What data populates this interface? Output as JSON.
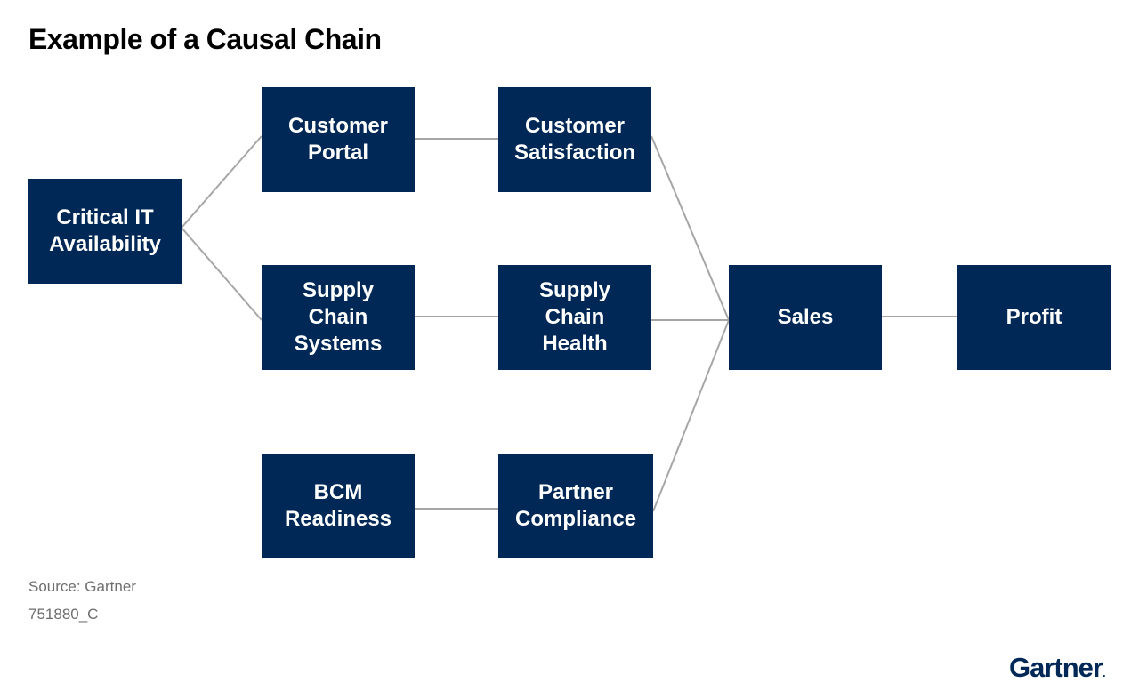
{
  "title": "Example of a Causal Chain",
  "nodes": {
    "critical_it": [
      "Critical IT",
      "Availability"
    ],
    "customer_portal": [
      "Customer",
      "Portal"
    ],
    "supply_chain_systems": [
      "Supply",
      "Chain",
      "Systems"
    ],
    "bcm_readiness": [
      "BCM",
      "Readiness"
    ],
    "customer_satisfaction": [
      "Customer",
      "Satisfaction"
    ],
    "supply_chain_health": [
      "Supply",
      "Chain",
      "Health"
    ],
    "partner_compliance": [
      "Partner",
      "Compliance"
    ],
    "sales": [
      "Sales"
    ],
    "profit": [
      "Profit"
    ]
  },
  "edges": [
    [
      "critical_it",
      "customer_portal"
    ],
    [
      "critical_it",
      "supply_chain_systems"
    ],
    [
      "customer_portal",
      "customer_satisfaction"
    ],
    [
      "supply_chain_systems",
      "supply_chain_health"
    ],
    [
      "bcm_readiness",
      "partner_compliance"
    ],
    [
      "customer_satisfaction",
      "sales"
    ],
    [
      "supply_chain_health",
      "sales"
    ],
    [
      "partner_compliance",
      "sales"
    ],
    [
      "sales",
      "profit"
    ]
  ],
  "footer": {
    "source": "Source: Gartner",
    "code": "751880_C"
  },
  "logo": {
    "text": "Gartner",
    "dot": "."
  },
  "colors": {
    "node_fill": "#002856",
    "node_text": "#ffffff",
    "connector": "#a6a6a6",
    "footnote": "#6e6e6e"
  }
}
